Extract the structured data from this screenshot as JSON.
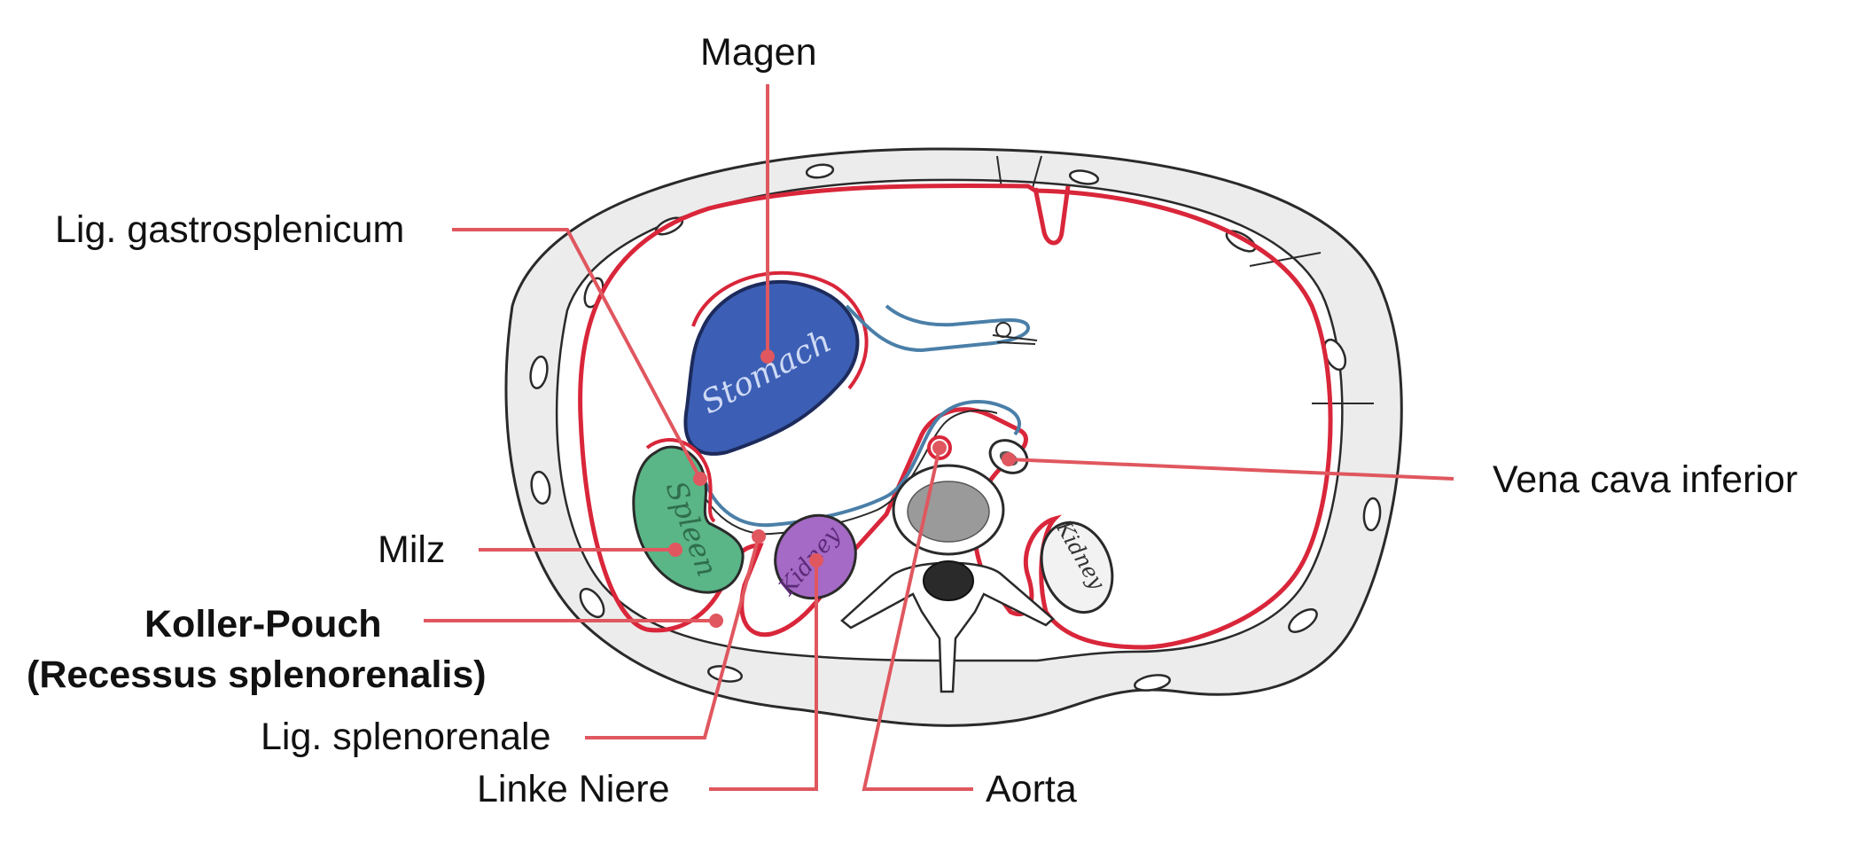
{
  "labels": {
    "magen": "Magen",
    "lig_gastrosplenicum": "Lig. gastrosplenicum",
    "milz": "Milz",
    "koller_pouch_line1": "Koller-Pouch",
    "koller_pouch_line2": "(Recessus splenorenalis)",
    "lig_splenorenale": "Lig. splenorenale",
    "linke_niere": "Linke Niere",
    "aorta": "Aorta",
    "vena_cava_inferior": "Vena cava inferior"
  },
  "organ_text": {
    "stomach": "Stomach",
    "spleen": "Spleen",
    "kidney_left": "Kidney",
    "kidney_right": "Kidney"
  },
  "colors": {
    "leader": "#e0575f",
    "peritoneum": "#d9263a",
    "visceral": "#4a7fa8",
    "stomach": "#3c5fb5",
    "spleen": "#5ab587",
    "kidney_left": "#a56ac6",
    "body_wall": "#e8e8e8",
    "outline": "#2a2a2a"
  }
}
